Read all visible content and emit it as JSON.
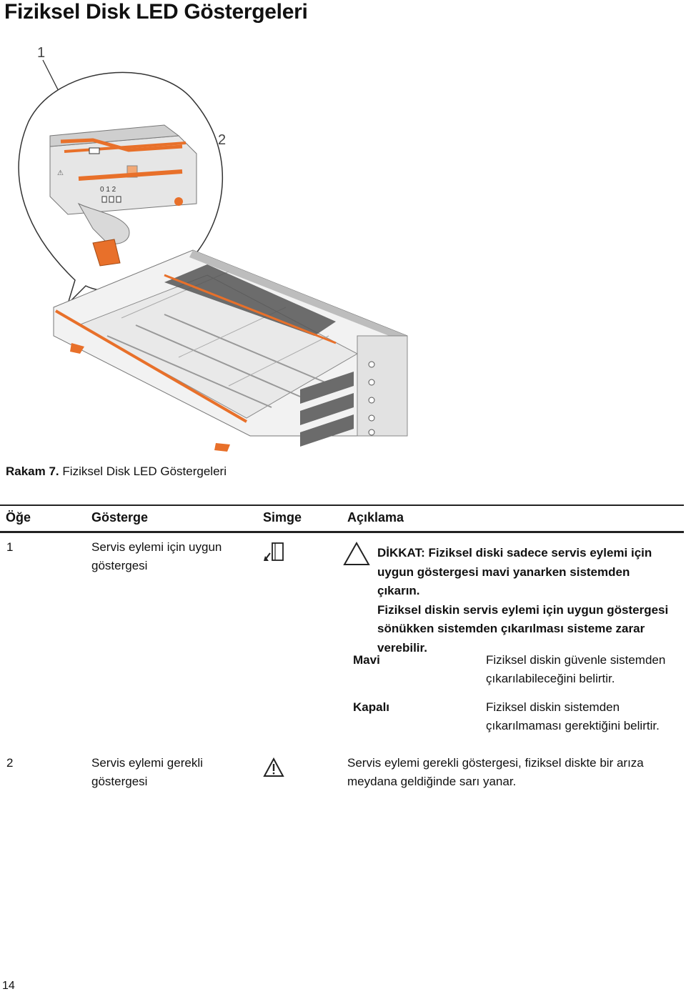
{
  "page": {
    "title": "Fiziksel Disk LED Göstergeleri",
    "page_number": "14"
  },
  "figure": {
    "callouts": [
      "1",
      "2"
    ],
    "caption_label": "Rakam 7.",
    "caption_text": "Fiziksel Disk LED Göstergeleri"
  },
  "table": {
    "headers": [
      "Öğe",
      "Gösterge",
      "Simge",
      "Açıklama"
    ],
    "rows": [
      {
        "item": "1",
        "indicator_line1": "Servis eylemi için uygun",
        "indicator_line2": "göstergesi",
        "icon": "service-action-allowed-icon",
        "caution": {
          "icon": "caution-triangle-icon",
          "line1": "DİKKAT: Fiziksel diski sadece servis eylemi için",
          "line2": "uygun göstergesi mavi yanarken sistemden çıkarın.",
          "line3": "Fiziksel diskin servis eylemi için uygun göstergesi",
          "line4": "sönükken sistemden çıkarılması sisteme zarar",
          "line5": "verebilir."
        },
        "states": [
          {
            "state": "Mavi",
            "desc_line1": "Fiziksel diskin güvenle sistemden",
            "desc_line2": "çıkarılabileceğini belirtir."
          },
          {
            "state": "Kapalı",
            "desc_line1": "Fiziksel diskin sistemden",
            "desc_line2": "çıkarılmaması gerektiğini belirtir."
          }
        ]
      },
      {
        "item": "2",
        "indicator_line1": "Servis eylemi gerekli",
        "indicator_line2": "göstergesi",
        "icon": "warning-triangle-icon",
        "desc_line1": "Servis eylemi gerekli göstergesi, fiziksel diskte bir arıza",
        "desc_line2": "meydana geldiğinde sarı yanar."
      }
    ]
  },
  "colors": {
    "accent_orange": "#e8702a",
    "metal": "#d9d9d9",
    "dark": "#555555"
  }
}
